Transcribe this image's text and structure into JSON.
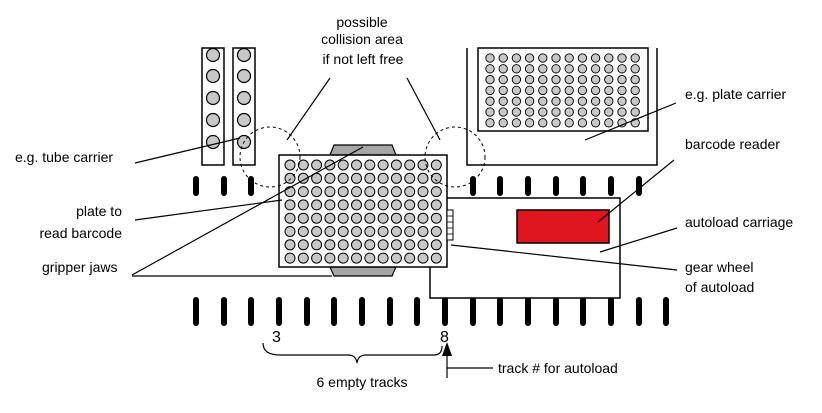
{
  "labels": {
    "collision_line1": "possible",
    "collision_line2": "collision area",
    "collision_line3": "if not left free",
    "tube_carrier": "e.g. tube carrier",
    "plate_carrier": "e.g. plate carrier",
    "barcode_reader": "barcode reader",
    "autoload_carriage": "autoload carriage",
    "plate_to_line1": "plate to",
    "plate_to_line2": "read barcode",
    "gripper_jaws": "gripper jaws",
    "gear_wheel_line1": "gear wheel",
    "gear_wheel_line2": "of autoload",
    "track_number": "track # for autoload",
    "empty_tracks": "6 empty tracks",
    "track_3": "3",
    "track_8": "8"
  },
  "colors": {
    "barcode_reader": "#e0151f",
    "well_fill": "#c8c8c8",
    "jaw_fill": "#a6a6a6",
    "line": "#000000"
  }
}
